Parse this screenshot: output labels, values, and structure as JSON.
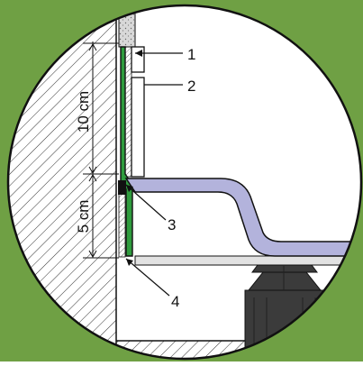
{
  "colors": {
    "background": "#6fa044",
    "circle_fill": "#ffffff",
    "outline": "#111111",
    "membrane_green": "#2f9c3e",
    "tray_lavender": "#b3b3dc",
    "pipe_dark": "#3b3b3b",
    "grout_gray": "#d8d8d8"
  },
  "dimensions": {
    "upper": "10 cm",
    "lower": "5 cm"
  },
  "callouts": [
    {
      "number": "1"
    },
    {
      "number": "2"
    },
    {
      "number": "3"
    },
    {
      "number": "4"
    }
  ]
}
